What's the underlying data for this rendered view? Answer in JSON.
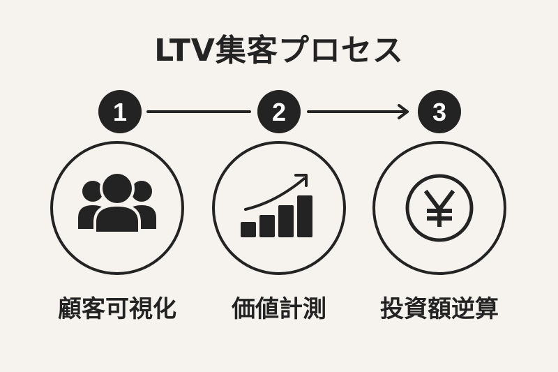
{
  "title": "LTV集客プロセス",
  "steps": [
    {
      "number": "1",
      "label": "顧客可視化",
      "icon": "people-group-icon"
    },
    {
      "number": "2",
      "label": "価値計測",
      "icon": "growth-chart-icon"
    },
    {
      "number": "3",
      "label": "投資額逆算",
      "icon": "yen-coin-icon"
    }
  ],
  "colors": {
    "background": "#f6f3ee",
    "ink": "#232323"
  }
}
